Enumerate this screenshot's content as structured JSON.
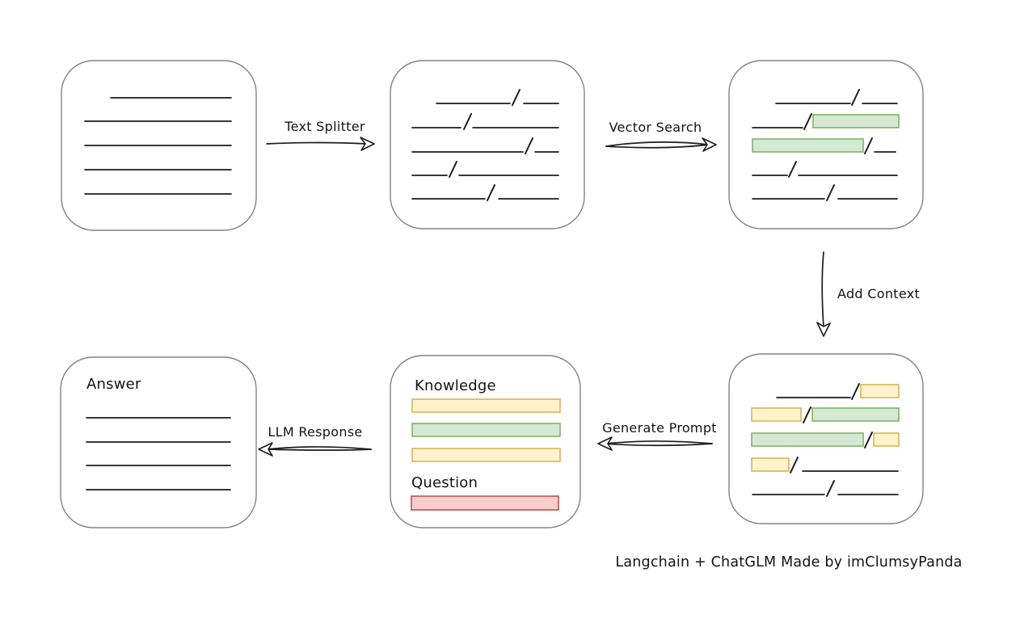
{
  "caption": "Langchain + ChatGLM Made by imClumsyPanda",
  "edges": [
    {
      "id": "text-splitter",
      "label": "Text Splitter",
      "from": "document-node",
      "to": "split-text-node",
      "direction": "right"
    },
    {
      "id": "vector-search",
      "label": "Vector Search",
      "from": "split-text-node",
      "to": "matched-chunks-node",
      "direction": "right"
    },
    {
      "id": "add-context",
      "label": "Add Context",
      "from": "matched-chunks-node",
      "to": "context-chunks-node",
      "direction": "down"
    },
    {
      "id": "generate-prompt",
      "label": "Generate Prompt",
      "from": "context-chunks-node",
      "to": "prompt-node",
      "direction": "left"
    },
    {
      "id": "llm-response",
      "label": "LLM Response",
      "from": "prompt-node",
      "to": "answer-node",
      "direction": "left"
    }
  ],
  "nodes": {
    "answer": {
      "title": "Answer"
    },
    "prompt": {
      "knowledge_title": "Knowledge",
      "question_title": "Question"
    }
  },
  "colors": {
    "background": "#ffffff",
    "node_border": "#828282",
    "ink": "#1c1c1c",
    "chunk_green_fill": "#d5e8d4",
    "chunk_green_border": "#82b366",
    "chunk_yellow_fill": "#fff2cc",
    "chunk_yellow_border": "#d6b656",
    "chunk_red_fill": "#f8cecc",
    "chunk_red_border": "#b85450"
  }
}
